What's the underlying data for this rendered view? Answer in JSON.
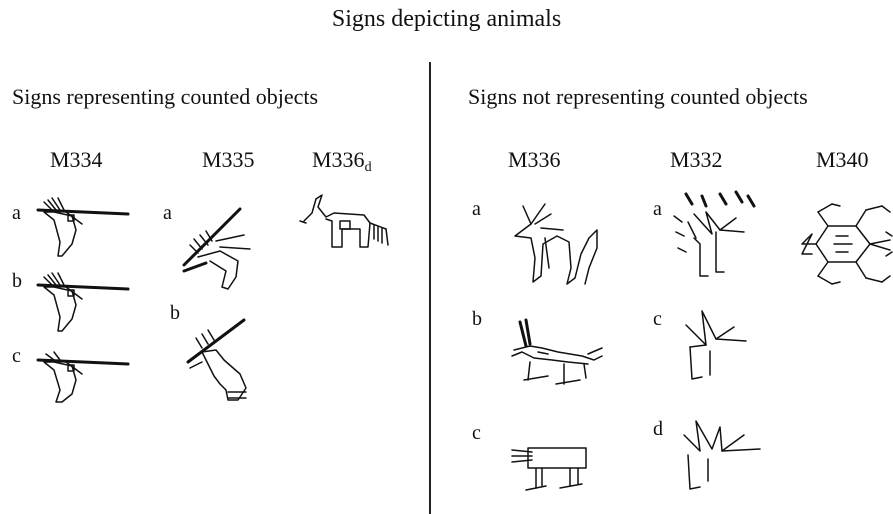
{
  "title": "Signs depicting animals",
  "left_section": {
    "heading": "Signs representing counted objects",
    "columns": [
      {
        "code": "M334",
        "sub": "",
        "variants": [
          "a",
          "b",
          "c"
        ]
      },
      {
        "code": "M335",
        "sub": "",
        "variants": [
          "a",
          "b"
        ]
      },
      {
        "code": "M336",
        "sub": "d",
        "variants": []
      }
    ]
  },
  "right_section": {
    "heading": "Signs not representing counted objects",
    "columns": [
      {
        "code": "M336",
        "sub": "",
        "variants": [
          "a",
          "b",
          "c"
        ]
      },
      {
        "code": "M332",
        "sub": "",
        "variants": [
          "a",
          "c",
          "d"
        ]
      },
      {
        "code": "M340",
        "sub": "",
        "variants": []
      }
    ]
  }
}
